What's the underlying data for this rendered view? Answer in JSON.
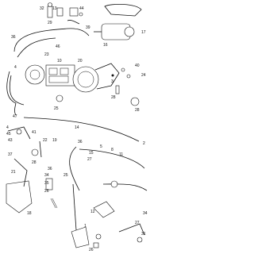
{
  "diagram": {
    "part_numbers": {
      "p1": "32",
      "p2": "13",
      "p3": "29",
      "p4": "44",
      "p5": "39",
      "p6": "36",
      "p7": "16",
      "p8": "17",
      "p9": "23",
      "p10": "46",
      "p11": "10",
      "p12": "20",
      "p13": "40",
      "p14": "24",
      "p15": "4",
      "p16": "3",
      "p17": "47",
      "p18": "28",
      "p19": "28",
      "p20": "25",
      "p21": "4",
      "p22": "45",
      "p23": "41",
      "p24": "14",
      "p25": "22",
      "p26": "43",
      "p27": "37",
      "p28": "19",
      "p29": "36",
      "p30": "2",
      "p31": "15",
      "p32": "5",
      "p33": "8",
      "p34": "11",
      "p35": "27",
      "p36": "28",
      "p37": "36",
      "p38": "21",
      "p39": "34",
      "p40": "25",
      "p41": "35",
      "p42": "26",
      "p43": "12",
      "p44": "1",
      "p45": "34",
      "p46": "27",
      "p47": "18",
      "p48": "26",
      "p49": "31"
    }
  }
}
